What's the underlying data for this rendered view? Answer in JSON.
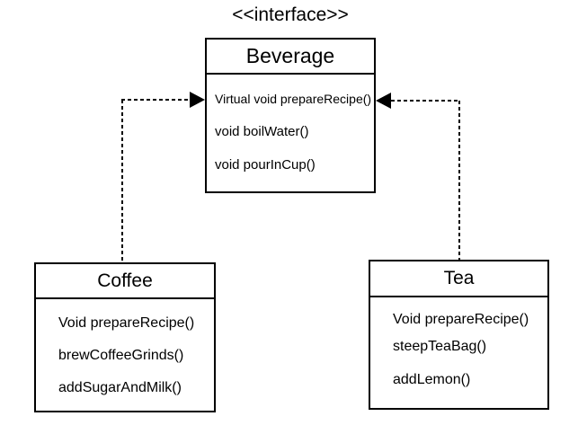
{
  "diagram": {
    "stereotype_label": "<<interface>>",
    "interface_box": {
      "title": "Beverage",
      "methods": [
        "Virtual void prepareRecipe()",
        "void boilWater()",
        "void pourInCup()"
      ]
    },
    "class_boxes": [
      {
        "title": "Coffee",
        "methods": [
          "Void prepareRecipe()",
          "brewCoffeeGrinds()",
          "addSugarAndMilk()"
        ]
      },
      {
        "title": "Tea",
        "methods": [
          "Void prepareRecipe()",
          "steepTeaBag()",
          "addLemon()"
        ]
      }
    ],
    "colors": {
      "stroke": "#000000",
      "fill": "#ffffff"
    }
  }
}
